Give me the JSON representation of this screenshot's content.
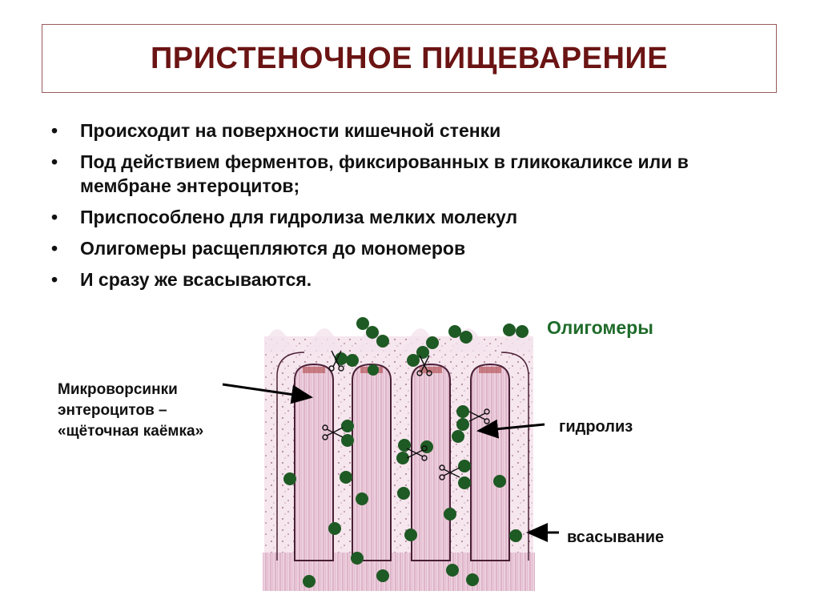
{
  "title": "ПРИСТЕНОЧНОЕ ПИЩЕВАРЕНИЕ",
  "bullets": [
    "Происходит на поверхности кишечной стенки",
    "Под действием ферментов, фиксированных в гликокаликсе или в мембране энтероцитов;",
    "Приспособлено для гидролиза мелких молекул",
    "Олигомеры расщепляются до мономеров",
    "И сразу же всасываются."
  ],
  "bullet_symbol": "•",
  "diagram": {
    "label_oligomers": "Олигомеры",
    "label_microvilli": "Микроворсинки энтероцитов – «щёточная каёмка»",
    "label_hydrolysis": "гидролиз",
    "label_absorption": "всасывание"
  },
  "colors": {
    "title": "#6b1414",
    "title_border": "#9a5a5a",
    "oligomer_label": "#1f6b2a",
    "particle": "#1e5a24",
    "villus_fill": "#e9c8d9",
    "villus_outline": "#4a2036"
  }
}
